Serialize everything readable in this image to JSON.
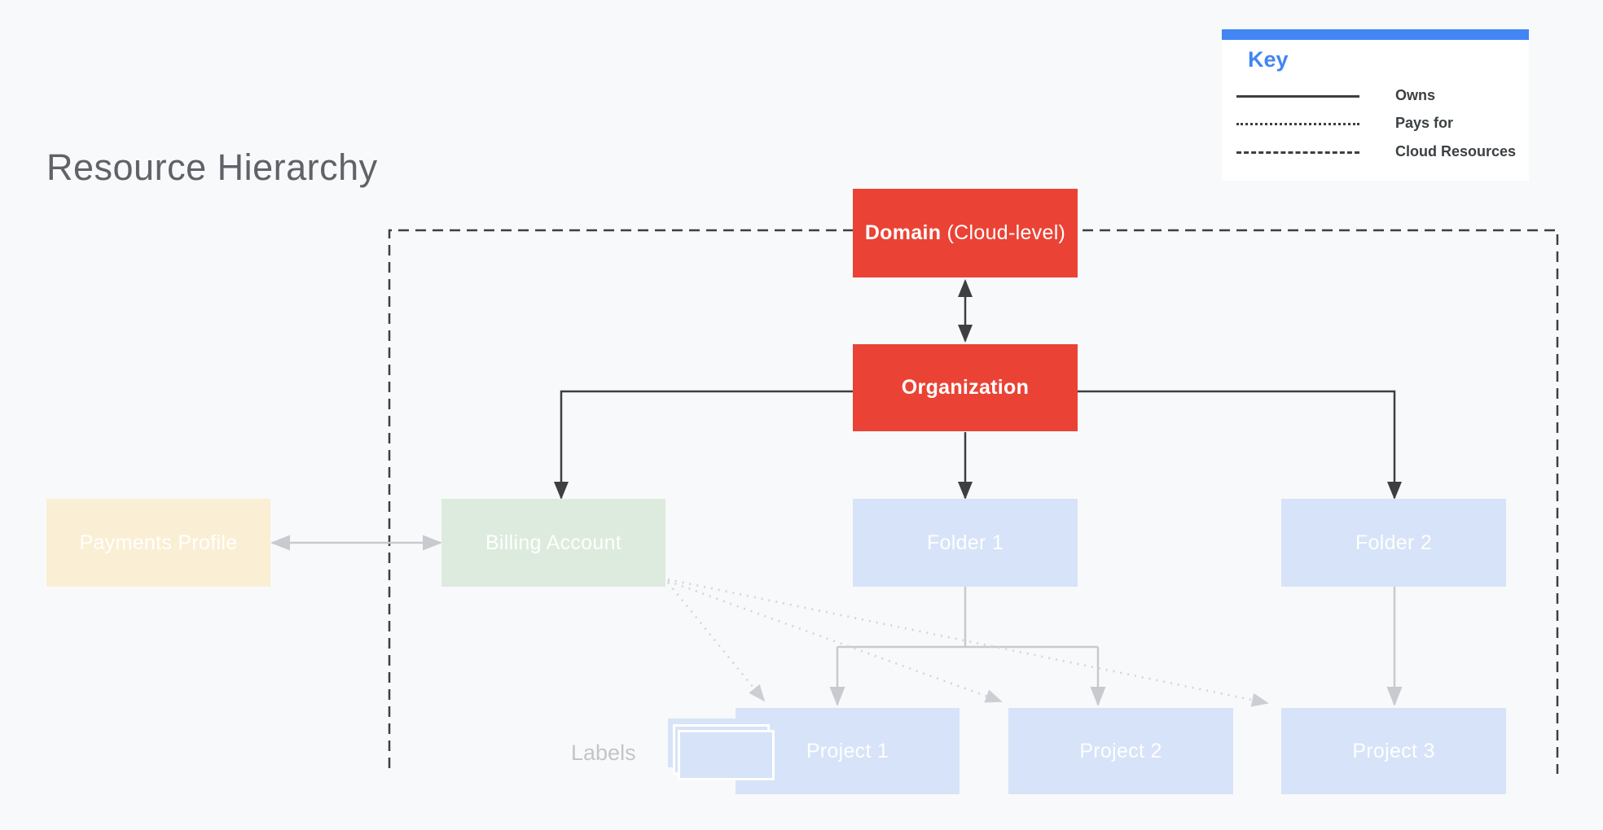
{
  "title": "Resource Hierarchy",
  "legend": {
    "title": "Key",
    "items": [
      {
        "label": "Owns",
        "line_style": "solid"
      },
      {
        "label": "Pays for",
        "line_style": "dotted"
      },
      {
        "label": "Cloud Resources",
        "line_style": "dashed"
      }
    ]
  },
  "nodes": {
    "domain": {
      "label_bold": "Domain",
      "label_rest": " (Cloud-level)"
    },
    "organization": {
      "label": "Organization"
    },
    "payments_profile": {
      "label": "Payments Profile"
    },
    "billing_account": {
      "label": "Billing Account"
    },
    "folder_1": {
      "label": "Folder 1"
    },
    "folder_2": {
      "label": "Folder 2"
    },
    "project_1": {
      "label": "Project 1"
    },
    "project_2": {
      "label": "Project 2"
    },
    "project_3": {
      "label": "Project 3"
    }
  },
  "captions": {
    "labels": "Labels"
  },
  "colors": {
    "background": "#F8F9FA",
    "red_node": "#EA4335",
    "green_node": "#DCEBDD",
    "blue_node": "#D7E3F8",
    "cream_node": "#FAEFD4",
    "legend_accent": "#4285F4",
    "dark_line": "#3C4043",
    "light_line": "#C7CACE",
    "dotted_line": "#D2D5D9",
    "title_text": "#5F6368"
  }
}
